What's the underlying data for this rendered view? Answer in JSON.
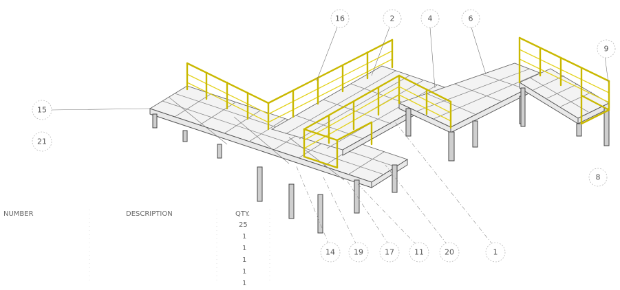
{
  "callouts": [
    {
      "id": "callout-16",
      "label": "16"
    },
    {
      "id": "callout-2",
      "label": "2"
    },
    {
      "id": "callout-4",
      "label": "4"
    },
    {
      "id": "callout-6",
      "label": "6"
    },
    {
      "id": "callout-9",
      "label": "9"
    },
    {
      "id": "callout-15",
      "label": "15"
    },
    {
      "id": "callout-21",
      "label": "21"
    },
    {
      "id": "callout-8",
      "label": "8"
    },
    {
      "id": "callout-14",
      "label": "14"
    },
    {
      "id": "callout-19",
      "label": "19"
    },
    {
      "id": "callout-17",
      "label": "17"
    },
    {
      "id": "callout-11",
      "label": "11"
    },
    {
      "id": "callout-20",
      "label": "20"
    },
    {
      "id": "callout-1",
      "label": "1"
    }
  ],
  "bom": {
    "headers": {
      "number": "NUMBER",
      "description": "DESCRIPTION",
      "qty": "QTY."
    },
    "qty_values": [
      "25",
      "1",
      "1",
      "1",
      "1",
      "1"
    ]
  },
  "colors": {
    "railing": "#e3d21c",
    "frame": "#555555"
  }
}
